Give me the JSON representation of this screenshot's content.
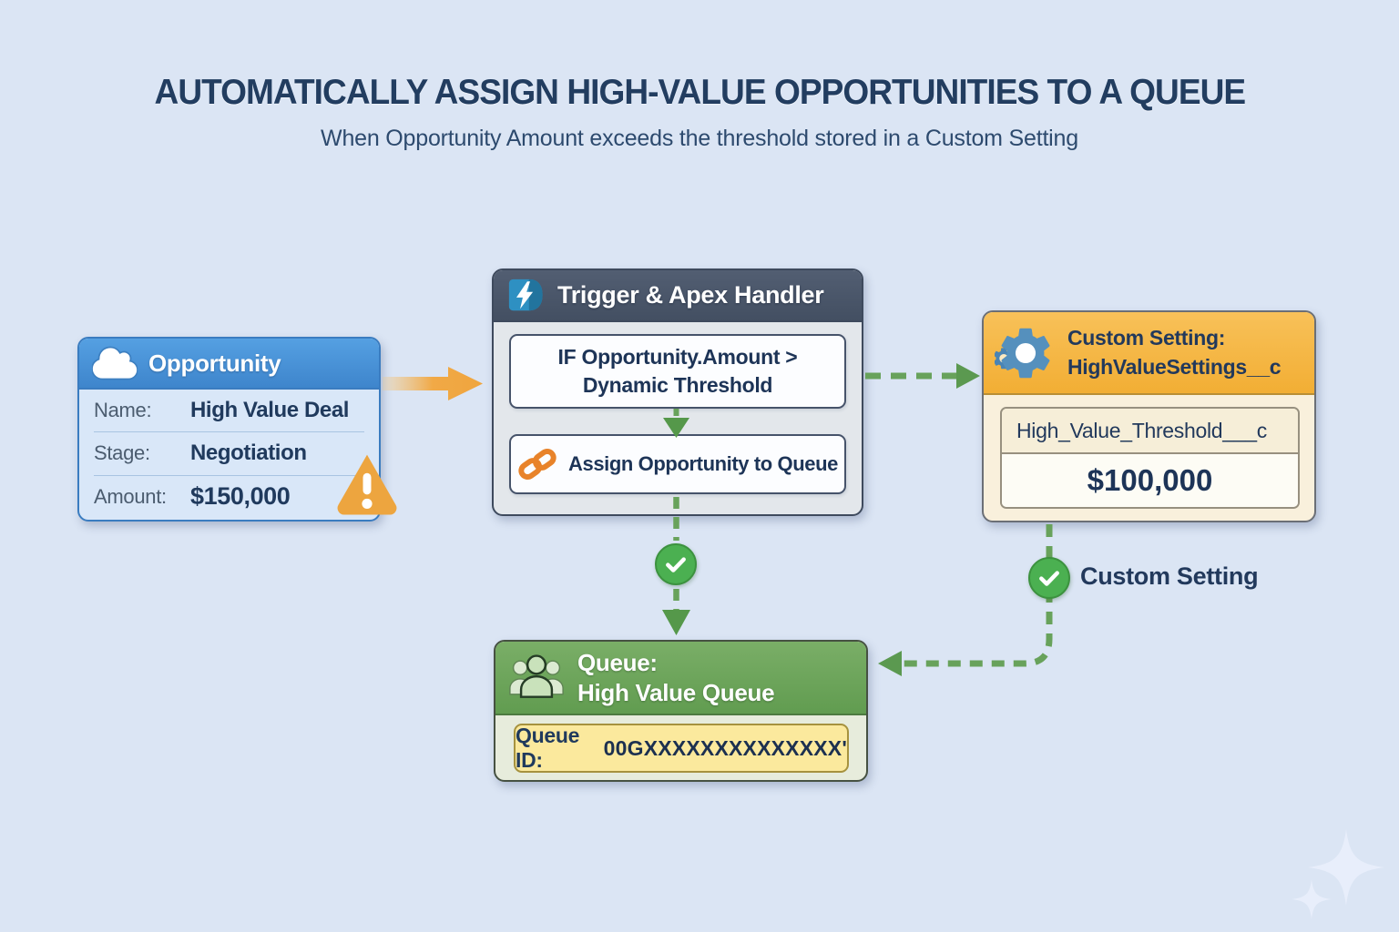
{
  "title": "AUTOMATICALLY ASSIGN HIGH-VALUE OPPORTUNITIES TO A QUEUE",
  "subtitle": "When Opportunity Amount exceeds the threshold stored in a Custom Setting",
  "opportunity": {
    "header": "Opportunity",
    "icon": "cloud-icon",
    "alert_icon": "warning-triangle-icon",
    "fields": [
      {
        "label": "Name:",
        "value": "High Value Deal"
      },
      {
        "label": "Stage:",
        "value": "Negotiation"
      },
      {
        "label": "Amount:",
        "value": "$150,000"
      }
    ]
  },
  "trigger": {
    "header": "Trigger & Apex Handler",
    "icon": "lightning-icon",
    "condition_line1": "IF Opportunity.Amount >",
    "condition_line2": "Dynamic Threshold",
    "action_icon": "link-icon",
    "action": "Assign Opportunity to Queue"
  },
  "custom_setting": {
    "header_line1": "Custom Setting:",
    "header_line2": "HighValueSettings__c",
    "icon": "gear-icon",
    "field_name": "High_Value_Threshold___c",
    "field_value": "$100,000",
    "callout_label": "Custom Setting"
  },
  "queue": {
    "header_line1": "Queue:",
    "header_line2": "High Value Queue",
    "icon": "people-icon",
    "queue_id_label": "Queue ID:",
    "queue_id_value": "00GXXXXXXXXXXXXXX'"
  },
  "colors": {
    "background": "#dbe5f4",
    "title_navy": "#223d60",
    "opportunity_blue": "#4793d6",
    "trigger_slate": "#4a5669",
    "custom_setting_amber": "#f5ba48",
    "queue_green": "#74aa61",
    "connector_green": "#68a25b",
    "flow_arrow_orange": "#efa53e",
    "alert_orange": "#eda53f",
    "success_green": "#4bb051"
  }
}
